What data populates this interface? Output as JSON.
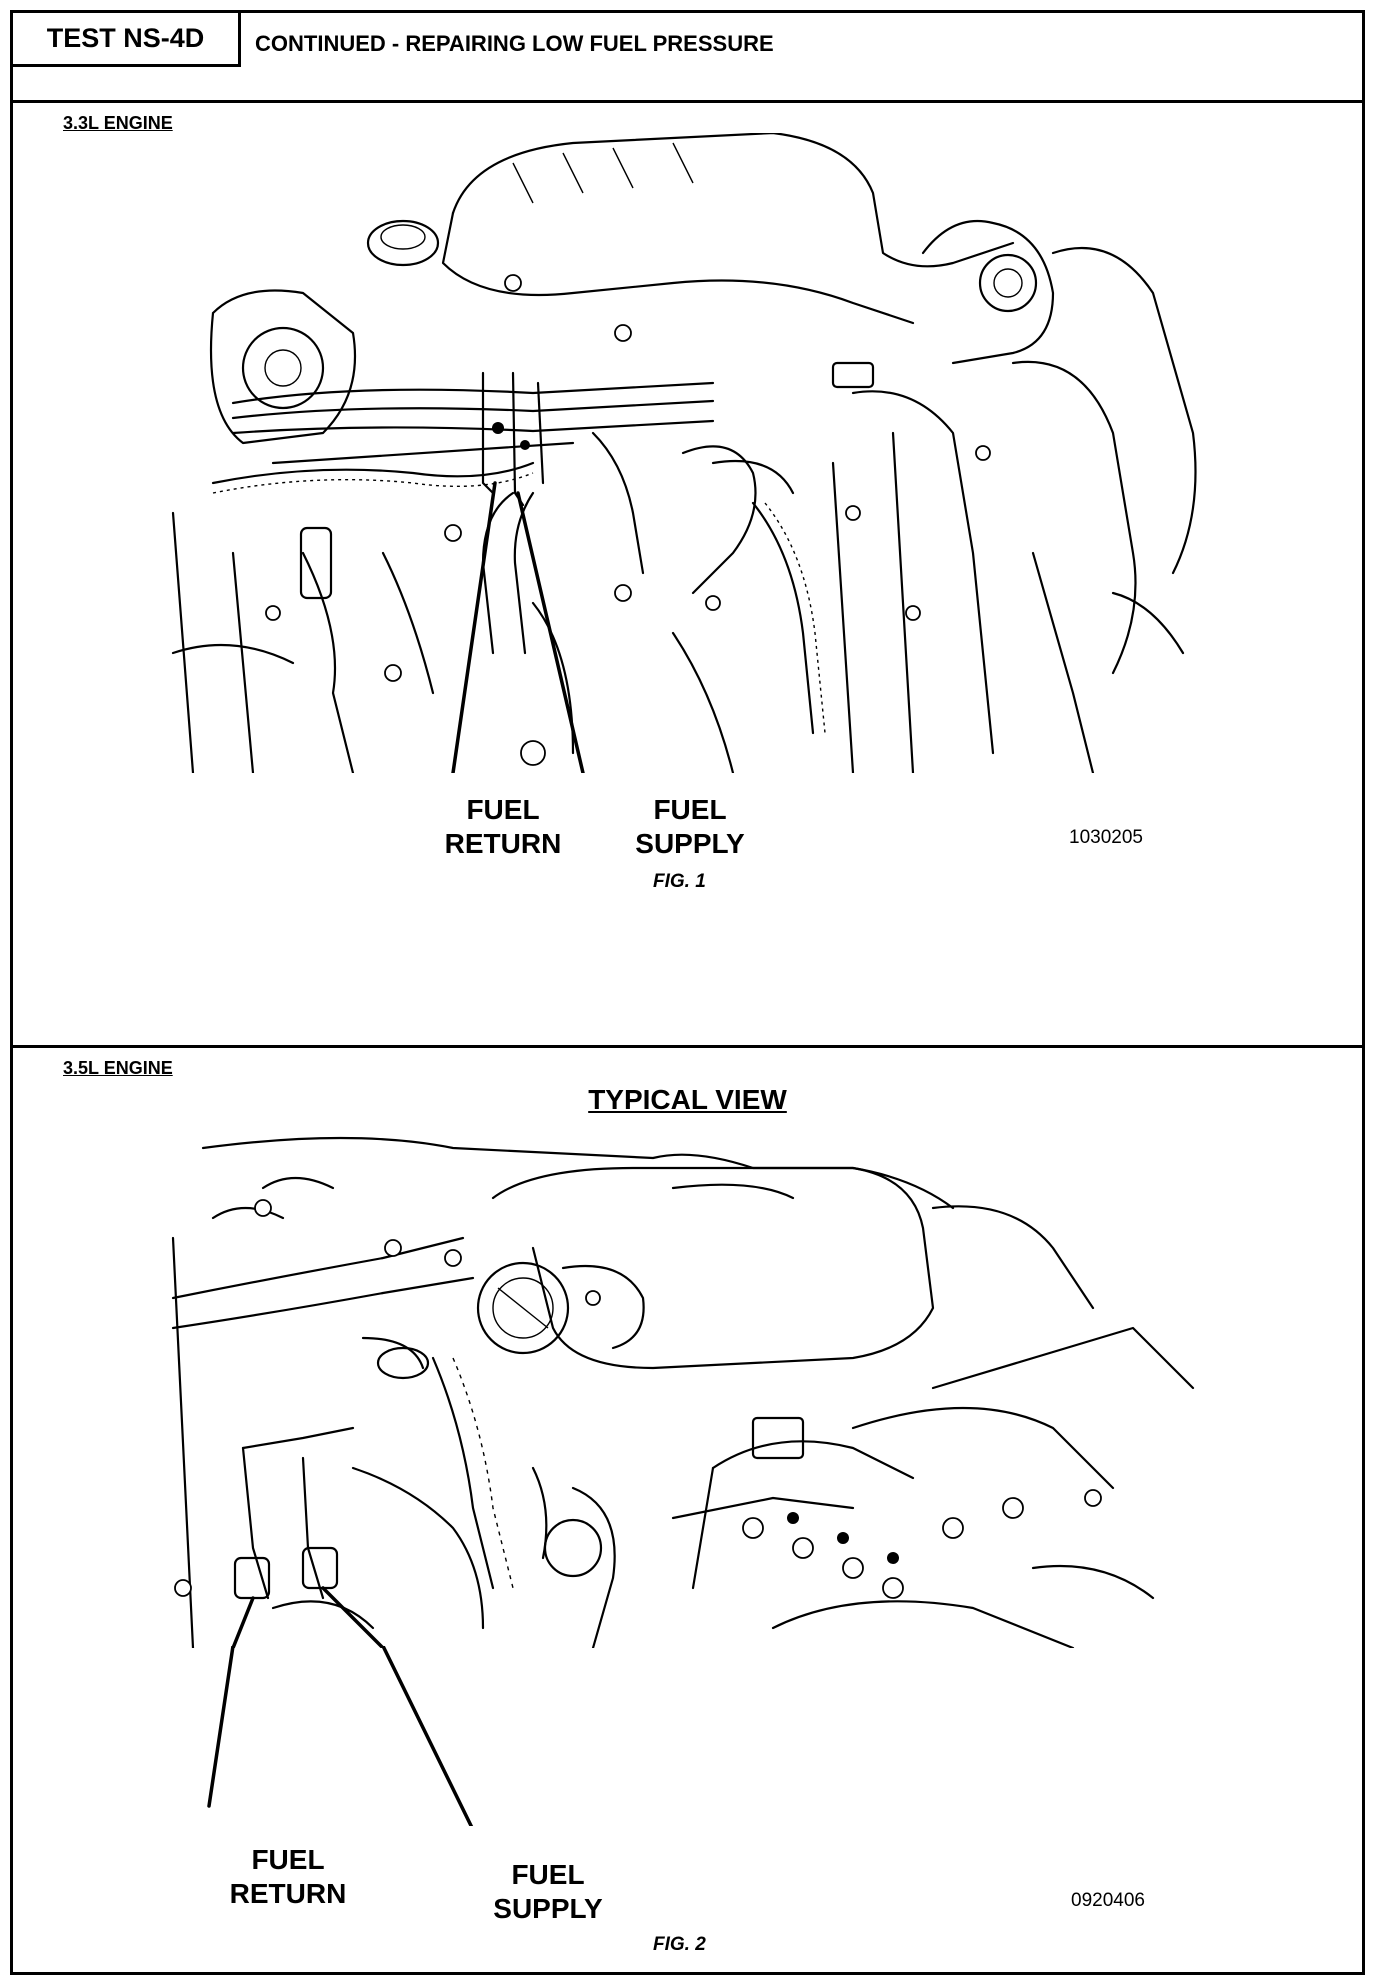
{
  "header": {
    "test_id": "TEST NS-4D",
    "title": "CONTINUED - REPAIRING LOW FUEL PRESSURE"
  },
  "figure1": {
    "engine_label": "3.3L ENGINE",
    "callout_return_line1": "FUEL",
    "callout_return_line2": "RETURN",
    "callout_supply_line1": "FUEL",
    "callout_supply_line2": "SUPPLY",
    "figure_id": "1030205",
    "caption": "FIG. 1"
  },
  "figure2": {
    "engine_label": "3.5L ENGINE",
    "view_title": "TYPICAL VIEW",
    "callout_return_line1": "FUEL",
    "callout_return_line2": "RETURN",
    "callout_supply_line1": "FUEL",
    "callout_supply_line2": "SUPPLY",
    "figure_id": "0920406",
    "caption": "FIG. 2"
  }
}
